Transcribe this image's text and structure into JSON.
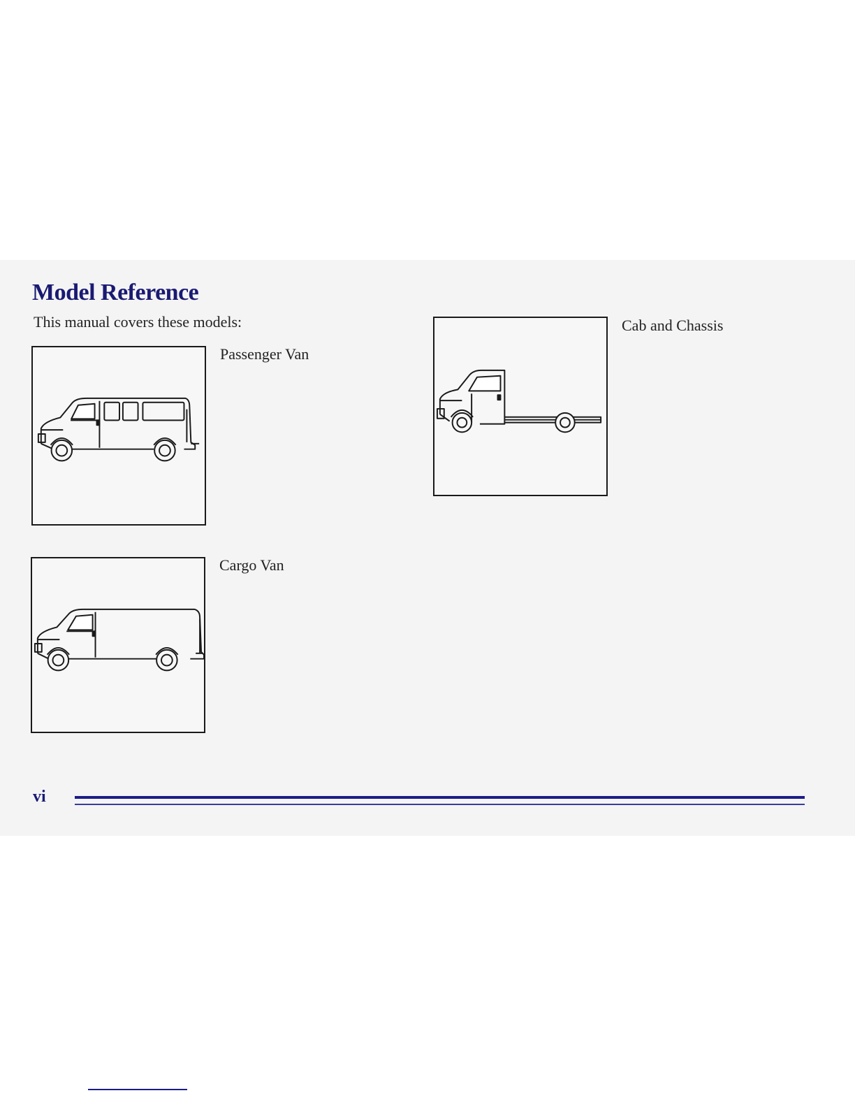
{
  "page": {
    "title": "Model Reference",
    "intro": "This manual covers these models:",
    "page_number": "vi"
  },
  "models": [
    {
      "label": "Passenger Van",
      "icon": "passenger-van-illustration"
    },
    {
      "label": "Cargo Van",
      "icon": "cargo-van-illustration"
    },
    {
      "label": "Cab and Chassis",
      "icon": "cab-chassis-illustration"
    }
  ],
  "colors": {
    "heading": "#1a1a73",
    "rule": "#1c1c8a",
    "page_background": "#f4f4f4"
  }
}
